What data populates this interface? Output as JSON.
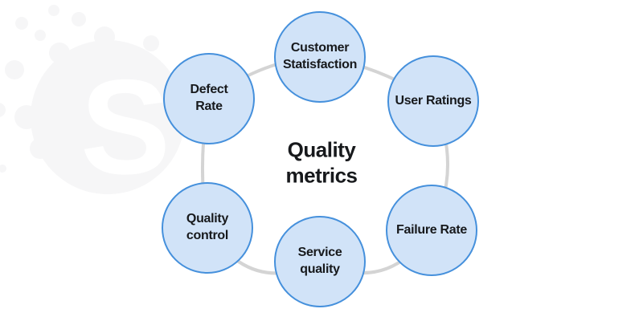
{
  "title": {
    "text": "Quality\nmetrics"
  },
  "nodes": [
    {
      "id": "customer-satisfaction",
      "label": "Customer\nStatisfaction"
    },
    {
      "id": "user-ratings",
      "label": "User Ratings"
    },
    {
      "id": "failure-rate",
      "label": "Failure Rate"
    },
    {
      "id": "service-quality",
      "label": "Service\nquality"
    },
    {
      "id": "quality-control",
      "label": "Quality\ncontrol"
    },
    {
      "id": "defect-rate",
      "label": "Defect\nRate"
    }
  ],
  "watermark": {
    "letter": "S"
  },
  "colors": {
    "background": "#ffffff",
    "node_fill": "#d1e3f8",
    "node_border": "#4590dc",
    "connector": "#d4d4d4",
    "watermark": "#f6f6f7",
    "watermark_letter": "#ffffff",
    "text": "#17191c"
  }
}
